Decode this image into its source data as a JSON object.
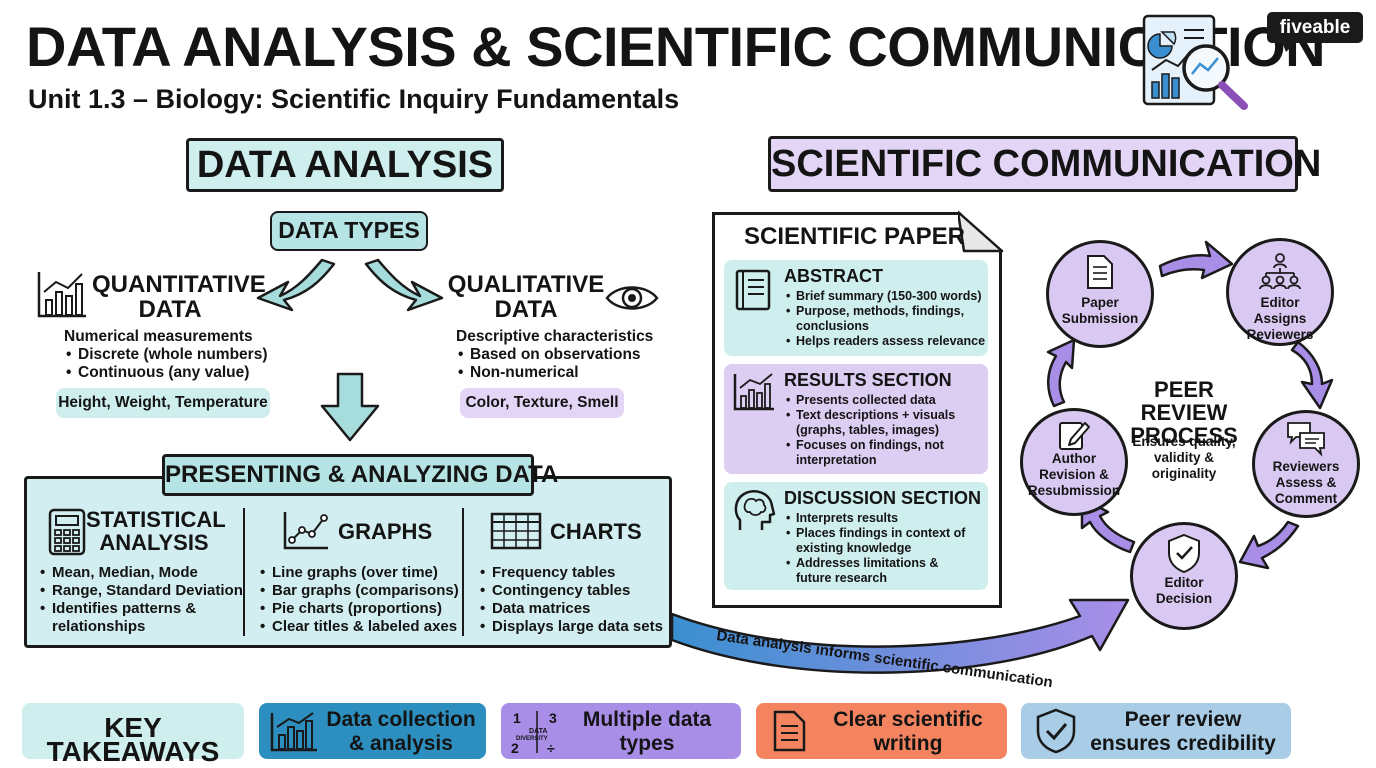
{
  "header": {
    "title": "DATA ANALYSIS & SCIENTIFIC COMMUNICATION",
    "subtitle": "Unit 1.3 – Biology: Scientific Inquiry Fundamentals",
    "brand": "fiveable"
  },
  "data_analysis": {
    "heading": "DATA ANALYSIS",
    "types_label": "DATA TYPES",
    "quantitative": {
      "title": "QUANTITATIVE DATA",
      "description": "Numerical measurements",
      "bullets": [
        "Discrete (whole numbers)",
        "Continuous (any value)"
      ],
      "examples": "Height, Weight, Temperature"
    },
    "qualitative": {
      "title": "QUALITATIVE DATA",
      "description": "Descriptive characteristics",
      "bullets": [
        "Based on observations",
        "Non-numerical"
      ],
      "examples": "Color, Texture, Smell"
    },
    "presenting": {
      "heading": "PRESENTING & ANALYZING DATA",
      "statistical": {
        "title": "STATISTICAL ANALYSIS",
        "bullets": [
          "Mean, Median, Mode",
          "Range, Standard Deviation",
          "Identifies patterns & relationships"
        ]
      },
      "graphs": {
        "title": "GRAPHS",
        "bullets": [
          "Line graphs (over time)",
          "Bar graphs (comparisons)",
          "Pie charts (proportions)",
          "Clear titles & labeled axes"
        ]
      },
      "charts": {
        "title": "CHARTS",
        "bullets": [
          "Frequency tables",
          "Contingency tables",
          "Data matrices",
          "Displays large data sets"
        ]
      }
    },
    "connector": "Data analysis informs scientific communication"
  },
  "scientific_communication": {
    "heading": "SCIENTIFIC COMMUNICATION",
    "paper": {
      "title": "SCIENTIFIC PAPER",
      "abstract": {
        "title": "ABSTRACT",
        "bullets": [
          "Brief summary (150-300 words)",
          "Purpose, methods, findings, conclusions",
          "Helps readers assess relevance"
        ]
      },
      "results": {
        "title": "RESULTS SECTION",
        "bullets": [
          "Presents collected data",
          "Text descriptions + visuals (graphs, tables, images)",
          "Focuses on findings, not interpretation"
        ]
      },
      "discussion": {
        "title": "DISCUSSION SECTION",
        "bullets": [
          "Interprets results",
          "Places findings in context of existing knowledge",
          "Addresses limitations & future research"
        ]
      }
    },
    "peer_review": {
      "title": "PEER REVIEW PROCESS",
      "subtitle": "Ensures quality, validity & originality",
      "steps": [
        "Paper Submission",
        "Editor Assigns Reviewers",
        "Reviewers Assess & Comment",
        "Editor Decision",
        "Author Revision & Resubmission"
      ]
    }
  },
  "takeaways": {
    "label": "KEY TAKEAWAYS",
    "items": [
      {
        "text": "Data collection & analysis",
        "color": "#2d8fbf"
      },
      {
        "text": "Multiple data types",
        "color": "#a98ee8"
      },
      {
        "text": "Clear scientific writing",
        "color": "#f4845f"
      },
      {
        "text": "Peer review ensures credibility",
        "color": "#a9cde6"
      }
    ],
    "icon_glyphs": {
      "n1": "1",
      "n3": "3",
      "n2": "2",
      "word1": "DATA",
      "word2": "DIVERSITY",
      "divide": "÷"
    }
  },
  "colors": {
    "teal": "#cfeeee",
    "lilac": "#e2d5f5",
    "circle": "#d9c9f2",
    "arrow_teal": "#a7dcdc",
    "arrow_purple": "#9b7fe0"
  },
  "icons": [
    "magnifier-chart-icon",
    "line-chart-icon",
    "eye-icon",
    "calculator-icon",
    "scatter-graph-icon",
    "table-icon",
    "book-icon",
    "bar-chart-icon",
    "brain-head-icon",
    "document-icon",
    "people-network-icon",
    "comments-icon",
    "shield-check-icon",
    "pencil-note-icon"
  ]
}
